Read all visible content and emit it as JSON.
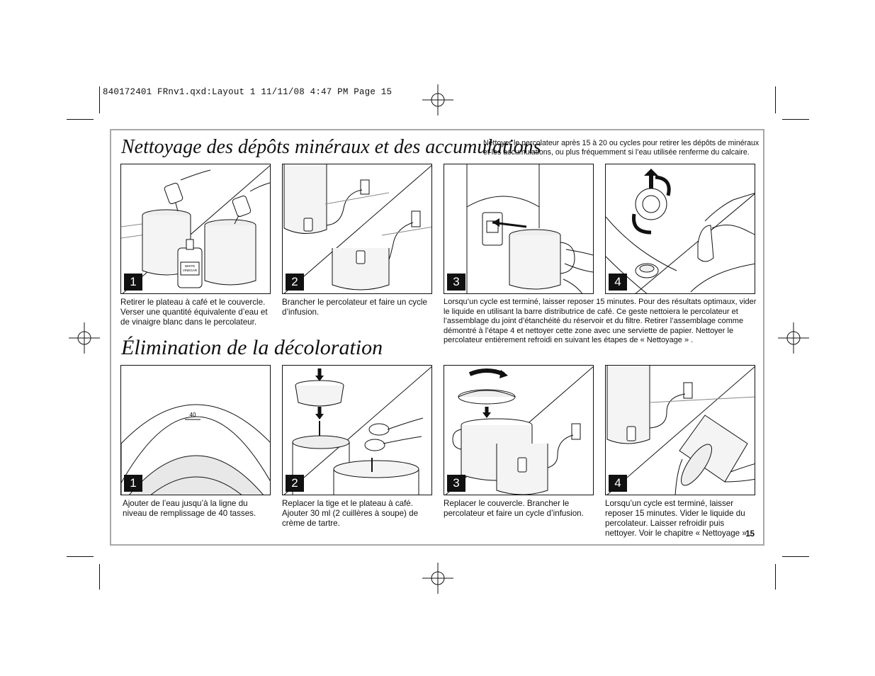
{
  "slug_line": "840172401 FRnv1.qxd:Layout 1  11/11/08  4:47 PM  Page 15",
  "page_number": "15",
  "section1": {
    "title": "Nettoyage des dépôts minéraux et des accumulations",
    "intro": "Nettoyer le percolateur après 15 à 20 ou cycles pour retirer les dépôts de minéraux et les accumulations, ou plus fréquemment si l’eau utilisée renferme du calcaire.",
    "steps": [
      {
        "number": "1",
        "caption": "Retirer le plateau à café et le couvercle. Verser une quantité équivalente d’eau et de vinaigre blanc dans le percolateur."
      },
      {
        "number": "2",
        "caption": "Brancher le percolateur et faire un cycle d’infusion."
      },
      {
        "number": "3",
        "caption": "Lorsqu’un cycle est terminé, laisser reposer 15 minutes. Pour des résultats optimaux, vider le liquide en utilisant la barre distributrice de café. Ce geste nettoiera le percolateur et l’assemblage du joint d’étanchéité du réservoir et du filtre. Retirer l’assemblage comme démontré à l’étape 4 et nettoyer cette zone avec une serviette de papier. Nettoyer le percolateur entièrement refroidi en suivant les étapes de « Nettoyage » ."
      },
      {
        "number": "4",
        "caption": ""
      }
    ],
    "bottle_label_line1": "WHITE",
    "bottle_label_line2": "VINEGAR"
  },
  "section2": {
    "title": "Élimination de la décoloration",
    "steps": [
      {
        "number": "1",
        "caption": "Ajouter de l’eau jusqu’à la ligne du niveau de remplissage de 40 tasses."
      },
      {
        "number": "2",
        "caption": "Replacer la tige et le plateau à café. Ajouter 30 ml (2 cuillères à soupe) de crème de tartre."
      },
      {
        "number": "3",
        "caption": "Replacer le couvercle. Brancher le percolateur et faire un cycle d’infusion."
      },
      {
        "number": "4",
        "caption": "Lorsqu’un cycle est terminé, laisser reposer 15 minutes. Vider le liquide du percolateur. Laisser refroidir puis nettoyer. Voir le chapitre « Nettoyage » ."
      }
    ],
    "fill_line_label": "40"
  }
}
